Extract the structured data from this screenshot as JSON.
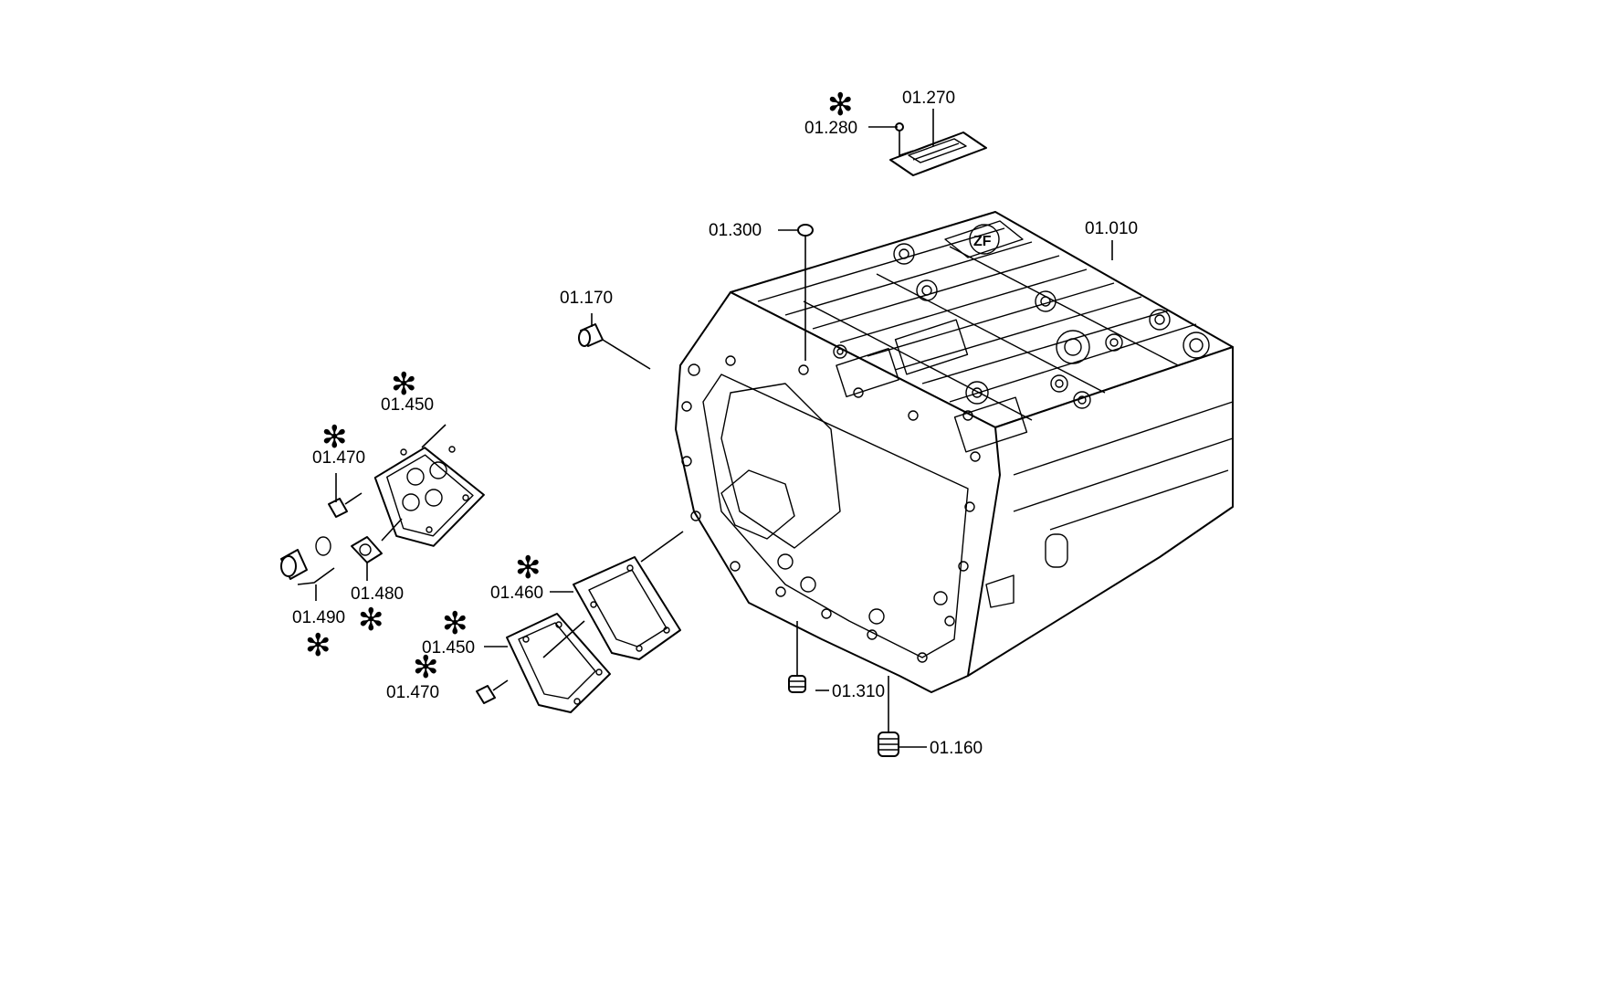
{
  "callouts": [
    {
      "id": "01.270",
      "text": "01.270"
    },
    {
      "id": "01.280",
      "text": "01.280"
    },
    {
      "id": "01.300",
      "text": "01.300"
    },
    {
      "id": "01.010",
      "text": "01.010"
    },
    {
      "id": "01.170",
      "text": "01.170"
    },
    {
      "id": "01.450a",
      "text": "01.450"
    },
    {
      "id": "01.470a",
      "text": "01.470"
    },
    {
      "id": "01.480",
      "text": "01.480"
    },
    {
      "id": "01.490",
      "text": "01.490"
    },
    {
      "id": "01.460",
      "text": "01.460"
    },
    {
      "id": "01.450b",
      "text": "01.450"
    },
    {
      "id": "01.470b",
      "text": "01.470"
    },
    {
      "id": "01.310",
      "text": "01.310"
    },
    {
      "id": "01.160",
      "text": "01.160"
    }
  ],
  "asterisk_symbol": "✻",
  "logo_text": "ZF",
  "colors": {
    "line": "#000000",
    "background": "#ffffff"
  }
}
